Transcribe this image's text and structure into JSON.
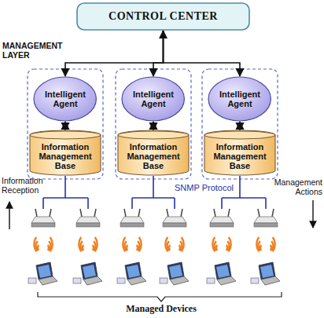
{
  "diagram": {
    "nodes": [
      {
        "text": [
          "CONTROL CENTER"
        ]
      },
      {
        "text": [
          "Intelligent Agent"
        ]
      },
      {
        "text": [
          "Information Management Base"
        ]
      },
      {
        "text": [
          "Intelligent Agent"
        ]
      },
      {
        "text": [
          "Information Management Base"
        ]
      },
      {
        "text": [
          "Intelligent Agent"
        ]
      },
      {
        "text": [
          "Information Management Base"
        ]
      }
    ],
    "edges": [
      {
        "from": 0,
        "to": 1,
        "arrow": "to"
      },
      {
        "from": 0,
        "to": 3,
        "arrow": "both"
      },
      {
        "from": 0,
        "to": 5,
        "arrow": "to"
      },
      {
        "from": 1,
        "to": 2,
        "arrow": "both"
      },
      {
        "from": 3,
        "to": 4,
        "arrow": "both"
      },
      {
        "from": 5,
        "to": 6,
        "arrow": "both"
      }
    ],
    "labels": [
      "MANAGEMENT LAYER",
      "Information Reception",
      "SNMP Protocol",
      "Management Actions",
      "Managed Devices"
    ]
  }
}
